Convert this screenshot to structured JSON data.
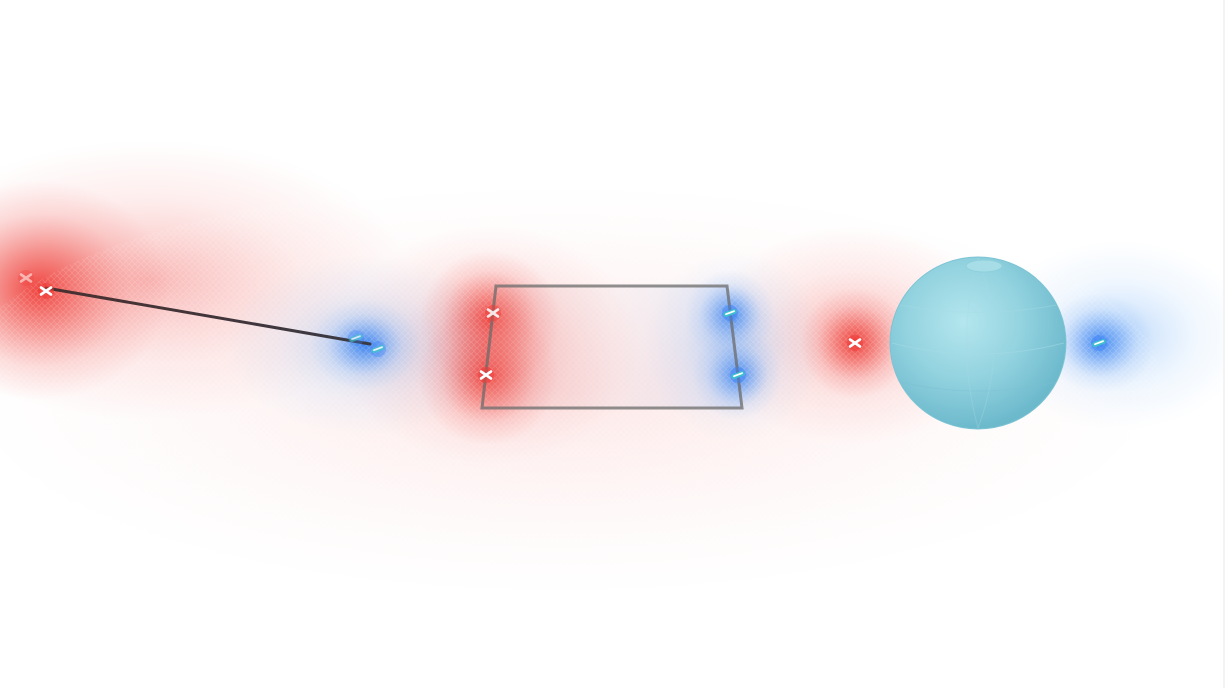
{
  "scene": {
    "background_color": "#ffffff",
    "colors": {
      "positive": "#ef3b36",
      "negative": "#3b82f6",
      "conductor_outline": "#6b6b6b",
      "wire": "#3a3a3a",
      "sphere": "#8fd3e2",
      "negative_marker_fill": "#3fc0cf"
    },
    "field_shading": "contour-density",
    "objects": [
      {
        "kind": "wire",
        "name": "charged-wire",
        "endpoints": [
          "positive",
          "negative"
        ]
      },
      {
        "kind": "plate",
        "name": "square-conductor",
        "corners_charge": [
          "positive",
          "negative",
          "negative",
          "positive"
        ]
      },
      {
        "kind": "sphere",
        "name": "neutral-sphere"
      }
    ],
    "charges": [
      {
        "name": "charge-positive-1",
        "sign": "positive",
        "icon": "plus-icon"
      },
      {
        "name": "charge-positive-2",
        "sign": "positive",
        "icon": "plus-icon"
      },
      {
        "name": "charge-negative-1",
        "sign": "negative",
        "icon": "minus-icon"
      },
      {
        "name": "charge-negative-2",
        "sign": "negative",
        "icon": "minus-icon"
      },
      {
        "name": "charge-positive-3",
        "sign": "positive",
        "icon": "plus-icon"
      },
      {
        "name": "charge-positive-4",
        "sign": "positive",
        "icon": "plus-icon"
      },
      {
        "name": "charge-negative-3",
        "sign": "negative",
        "icon": "minus-icon"
      },
      {
        "name": "charge-negative-4",
        "sign": "negative",
        "icon": "minus-icon"
      },
      {
        "name": "charge-positive-5",
        "sign": "positive",
        "icon": "plus-icon"
      },
      {
        "name": "charge-negative-5",
        "sign": "negative",
        "icon": "minus-icon"
      }
    ]
  }
}
